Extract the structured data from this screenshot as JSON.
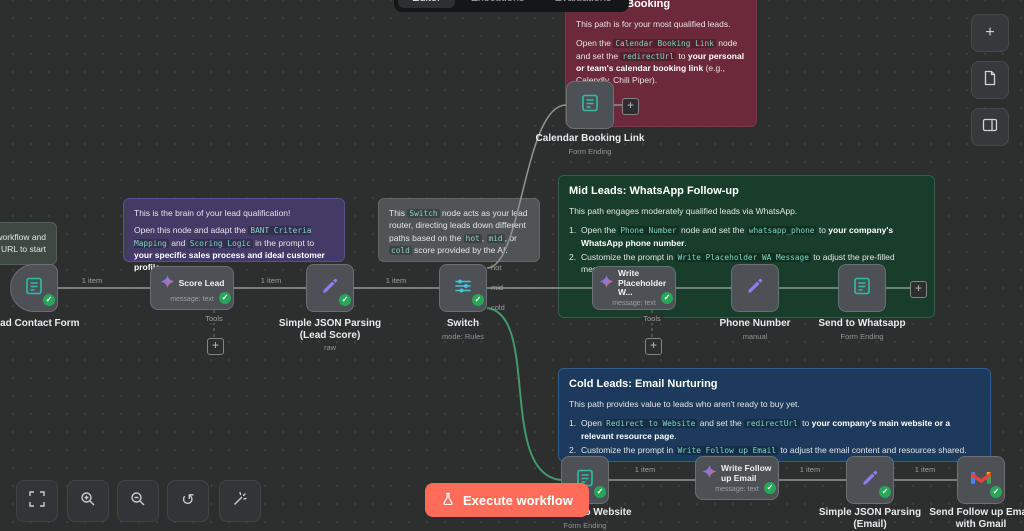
{
  "tabs": [
    {
      "label": "Editor"
    },
    {
      "label": "Executions"
    },
    {
      "label": "Evaluations"
    }
  ],
  "icons": {
    "plus": "+",
    "check": "✓",
    "undo": "↺"
  },
  "controls": {
    "execute_label": "Execute workflow"
  },
  "edges": {
    "item_label": "1 item"
  },
  "stickies": {
    "calendar": {
      "title": "Calendar Booking",
      "p1": [
        [
          "t",
          "This path is for your most qualified leads."
        ]
      ],
      "p2": [
        [
          "t",
          "Open the "
        ],
        [
          "c",
          "Calendar Booking Link"
        ],
        [
          "t",
          " node and set the "
        ],
        [
          "c",
          "redirectUrl"
        ],
        [
          "t",
          " to "
        ],
        [
          "b",
          "your personal or team's calendar booking link"
        ],
        [
          "t",
          " (e.g., Calendly, Chili Piper)."
        ]
      ]
    },
    "left_note": {
      "lines": [
        "workflow and",
        "URL to start"
      ]
    },
    "brain": {
      "p1": [
        [
          "t",
          "This is the brain of your lead qualification!"
        ]
      ],
      "p2": [
        [
          "t",
          "Open this node and adapt the "
        ],
        [
          "c",
          "BANT Criteria Mapping"
        ],
        [
          "t",
          " and "
        ],
        [
          "c",
          "Scoring Logic"
        ],
        [
          "t",
          " in the prompt to "
        ],
        [
          "b",
          "your specific sales process and ideal customer profile"
        ],
        [
          "t",
          "."
        ]
      ]
    },
    "switch_note": {
      "p1": [
        [
          "t",
          "This "
        ],
        [
          "c",
          "Switch"
        ],
        [
          "t",
          " node acts as your lead router, directing leads down different paths based on the "
        ],
        [
          "c",
          "hot"
        ],
        [
          "t",
          ", "
        ],
        [
          "c",
          "mid"
        ],
        [
          "t",
          ", or "
        ],
        [
          "c",
          "cold"
        ],
        [
          "t",
          " score provided by the AI."
        ]
      ]
    },
    "mid": {
      "title": "Mid Leads: WhatsApp Follow-up",
      "p1": [
        [
          "t",
          "This path engages moderately qualified leads via WhatsApp."
        ]
      ],
      "nums": [
        "1.",
        "2."
      ],
      "list": [
        [
          [
            "t",
            "Open the "
          ],
          [
            "c",
            "Phone Number"
          ],
          [
            "t",
            " node and set the "
          ],
          [
            "c",
            "whatsapp_phone"
          ],
          [
            "t",
            " to "
          ],
          [
            "b",
            "your company's WhatsApp phone number"
          ],
          [
            "t",
            "."
          ]
        ],
        [
          [
            "t",
            "Customize the prompt in "
          ],
          [
            "c",
            "Write Placeholder WA Message"
          ],
          [
            "t",
            " to adjust the pre-filled message content."
          ]
        ]
      ]
    },
    "cold": {
      "title": "Cold Leads: Email Nurturing",
      "p1": [
        [
          "t",
          "This path provides value to leads who aren't ready to buy yet."
        ]
      ],
      "nums": [
        "1.",
        "2."
      ],
      "list": [
        [
          [
            "t",
            "Open "
          ],
          [
            "c",
            "Redirect to Website"
          ],
          [
            "t",
            " and set the "
          ],
          [
            "c",
            "redirectUrl"
          ],
          [
            "t",
            " to "
          ],
          [
            "b",
            "your company's main website or a relevant resource page"
          ],
          [
            "t",
            "."
          ]
        ],
        [
          [
            "t",
            "Customize the prompt in "
          ],
          [
            "c",
            "Write Follow up Email"
          ],
          [
            "t",
            " to adjust the email content and resources shared."
          ]
        ]
      ]
    }
  },
  "nodes": {
    "lead_form": {
      "title": "Lead Contact Form"
    },
    "score_lead": {
      "title": "Score Lead",
      "sub": "message: text",
      "tools": "Tools"
    },
    "json_lead": {
      "title": "Simple JSON Parsing",
      "title2": "(Lead Score)",
      "sub": "raw"
    },
    "switch": {
      "title": "Switch",
      "sub": "mode: Rules",
      "outputs": [
        "hot",
        "mid",
        "cold"
      ]
    },
    "calendar_link": {
      "title": "Calendar Booking Link",
      "sub": "Form Ending"
    },
    "write_wa": {
      "title": "Write Placeholder W...",
      "sub": "message: text",
      "tools": "Tools"
    },
    "phone": {
      "title": "Phone Number",
      "sub": "manual"
    },
    "whatsapp": {
      "title": "Send to Whatsapp",
      "sub": "Form Ending"
    },
    "website": {
      "title": "Redirect to Website",
      "sub": "Form Ending"
    },
    "write_email": {
      "title": "Write Follow up Email",
      "sub": "message: text"
    },
    "json_email": {
      "title": "Simple JSON Parsing",
      "title2": "(Email)"
    },
    "gmail": {
      "title": "Send Follow up Email",
      "title2": "with Gmail"
    }
  }
}
